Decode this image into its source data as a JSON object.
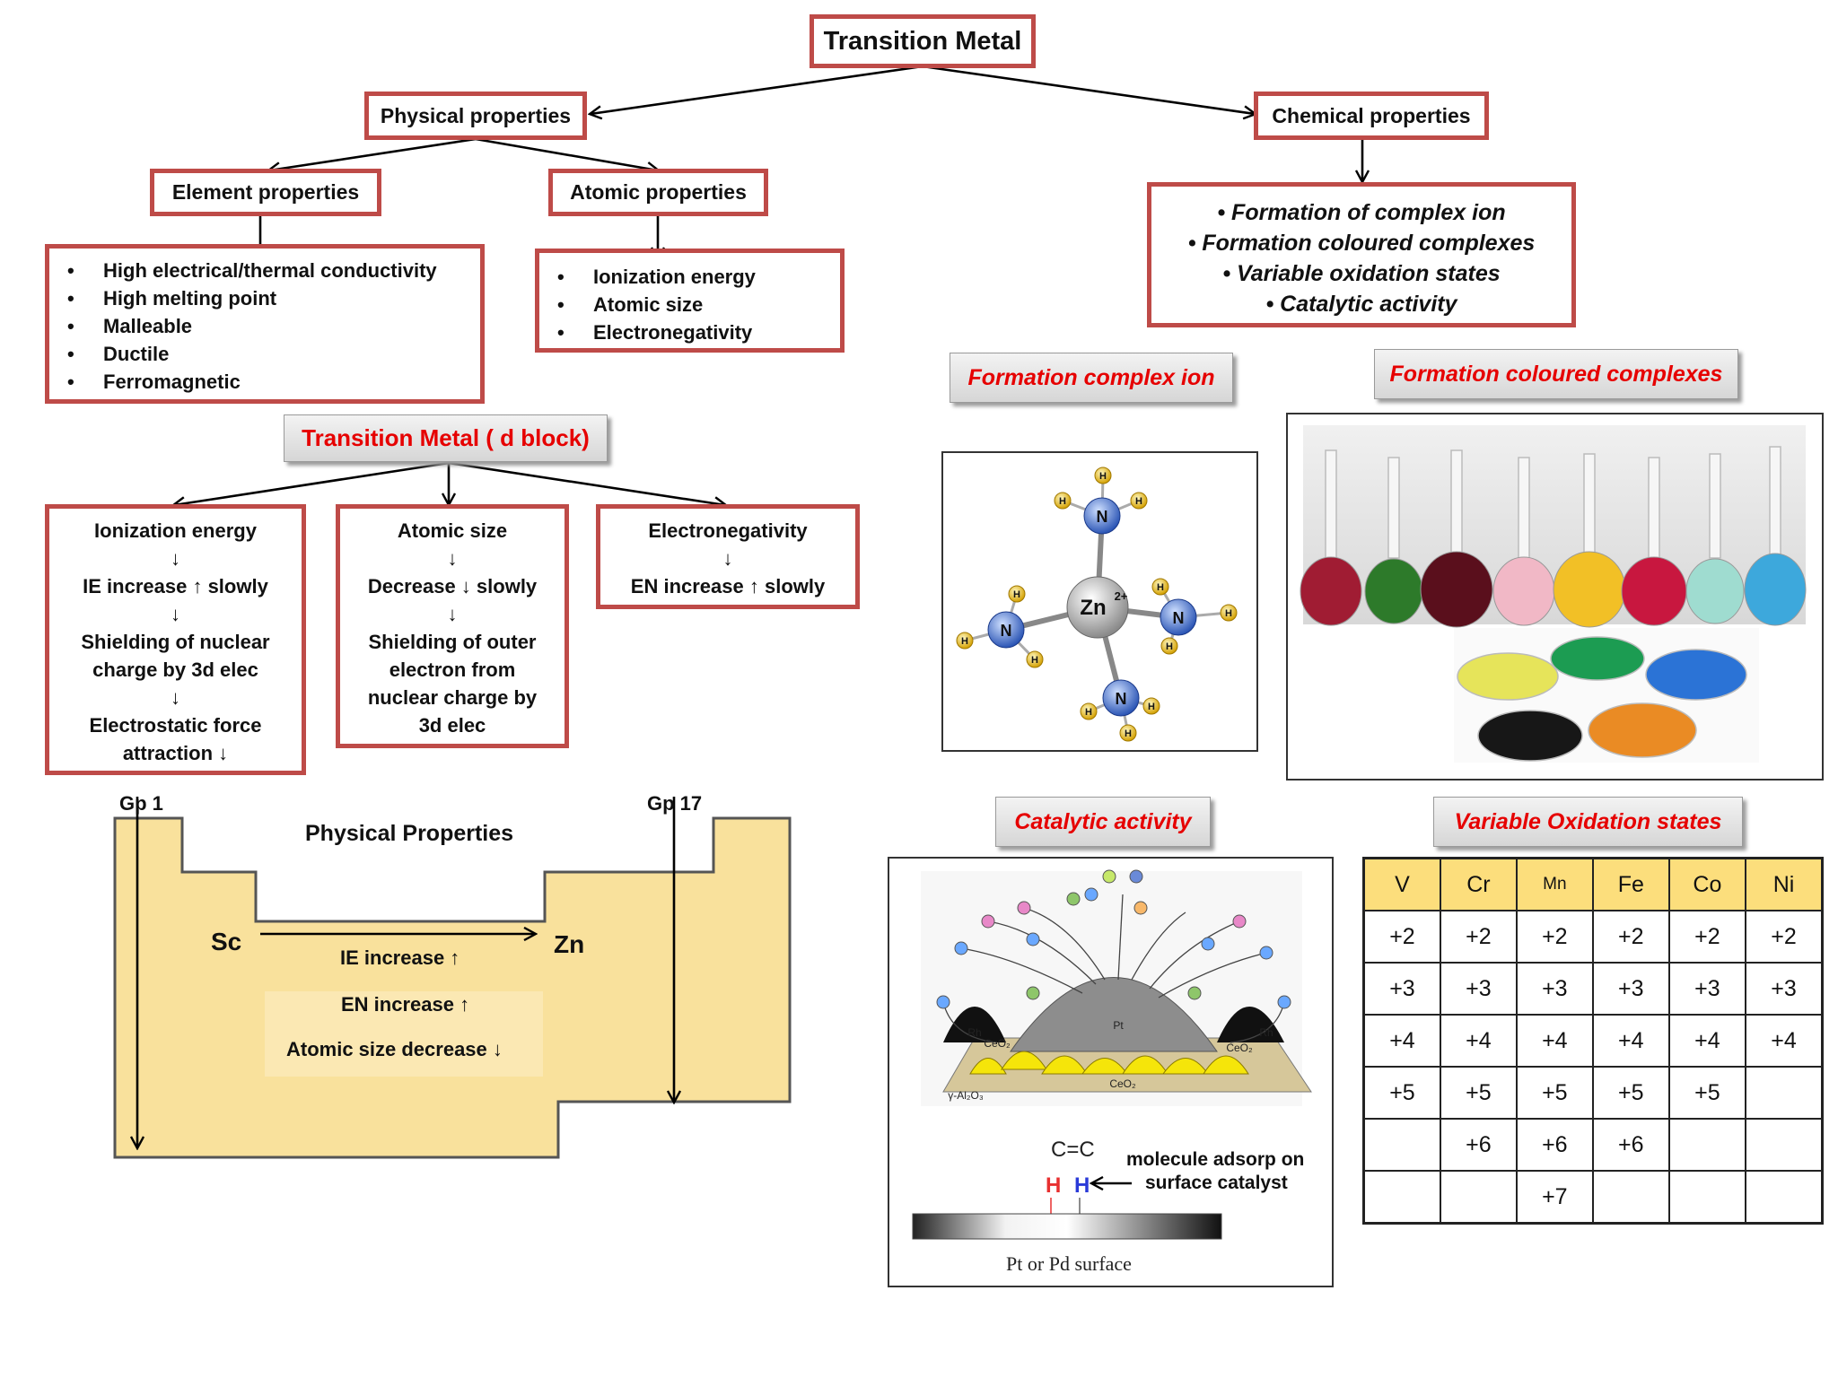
{
  "root": {
    "title": "Transition Metal"
  },
  "physical": {
    "title": "Physical properties",
    "element": {
      "title": "Element properties",
      "items": [
        "High electrical/thermal conductivity",
        "High melting point",
        "Malleable",
        "Ductile",
        "Ferromagnetic"
      ]
    },
    "atomic": {
      "title": "Atomic  properties",
      "items": [
        "Ionization energy",
        "Atomic size",
        "Electronegativity"
      ]
    }
  },
  "chemical": {
    "title": "Chemical properties",
    "items": [
      "• Formation of complex ion",
      "• Formation coloured complexes",
      "• Variable oxidation states",
      "• Catalytic activity"
    ]
  },
  "dblock": {
    "title": "Transition Metal ( d block)",
    "ionization": [
      "Ionization energy",
      "↓",
      "IE increase ↑ slowly",
      "↓",
      "Shielding of nuclear",
      "charge by 3d elec",
      "↓",
      "Electrostatic force",
      "attraction ↓"
    ],
    "atomic_size": [
      "Atomic size",
      "↓",
      "Decrease ↓ slowly",
      "↓",
      "Shielding of outer",
      "electron from",
      "nuclear charge by",
      "3d elec"
    ],
    "electronegativity": [
      "Electronegativity",
      "↓",
      "EN increase ↑ slowly"
    ]
  },
  "periodic": {
    "gp1": "Gp 1",
    "gp17": "Gp 17",
    "title": "Physical Properties",
    "sc": "Sc",
    "zn": "Zn",
    "ie": "IE increase ↑",
    "en": "EN increase ↑",
    "size": "Atomic size decrease ↓",
    "fill_color": "#f9e19c"
  },
  "labels": {
    "complex_ion": "Formation complex ion",
    "coloured": "Formation coloured complexes",
    "catalytic": "Catalytic activity",
    "oxidation": "Variable Oxidation states"
  },
  "complex": {
    "center": "Zn",
    "charge": "2+",
    "n": "N",
    "h": "H"
  },
  "catalyst": {
    "pt": "Pt",
    "ceo2": "CeO₂",
    "rh": "Rh",
    "al2o3": "γ-Al₂O₃",
    "alkene": "C=C",
    "h": "H",
    "note_line1": "molecule  adsorp  on",
    "note_line2": "surface  catalyst",
    "surface": "Pt or Pd surface"
  },
  "oxidation_table": {
    "headers": [
      "V",
      "Cr",
      "Mn",
      "Fe",
      "Co",
      "Ni"
    ],
    "rows": [
      [
        "+2",
        "+2",
        "+2",
        "+2",
        "+2",
        "+2"
      ],
      [
        "+3",
        "+3",
        "+3",
        "+3",
        "+3",
        "+3"
      ],
      [
        "+4",
        "+4",
        "+4",
        "+4",
        "+4",
        "+4"
      ],
      [
        "+5",
        "+5",
        "+5",
        "+5",
        "+5",
        ""
      ],
      [
        "",
        "+6",
        "+6",
        "+6",
        "",
        ""
      ],
      [
        "",
        "",
        "+7",
        "",
        "",
        ""
      ]
    ]
  },
  "colors": {
    "border_red": "#be4b48",
    "label_red": "#e60000",
    "table_header": "#fcde7c"
  }
}
